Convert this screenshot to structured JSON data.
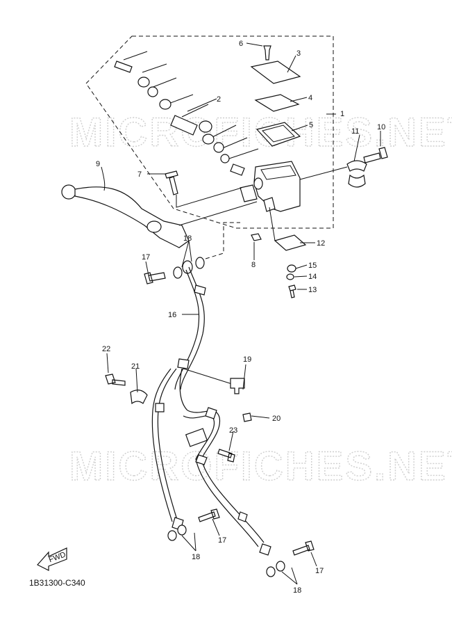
{
  "diagram": {
    "watermark": "MICROFICHES.NET",
    "diagram_code": "1B31300-C340",
    "fwd_label": "FWD",
    "callouts": {
      "c1": "1",
      "c2": "2",
      "c3": "3",
      "c4": "4",
      "c5": "5",
      "c6": "6",
      "c7": "7",
      "c8": "8",
      "c9": "9",
      "c10": "10",
      "c11": "11",
      "c12": "12",
      "c13": "13",
      "c14": "14",
      "c15": "15",
      "c16": "16",
      "c17a": "17",
      "c17b": "17",
      "c17c": "17",
      "c18a": "18",
      "c18b": "18",
      "c18c": "18",
      "c19": "19",
      "c20": "20",
      "c21": "21",
      "c22": "22",
      "c23": "23"
    }
  }
}
